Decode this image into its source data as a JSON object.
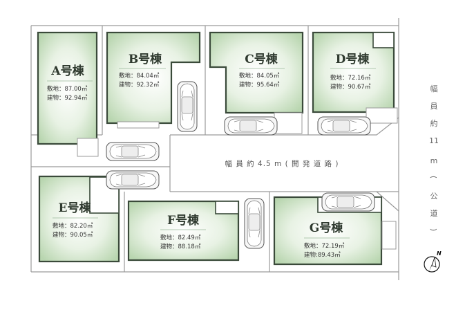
{
  "lots": [
    {
      "id": "A",
      "name": "A号棟",
      "land": "敷地：87.00㎡",
      "building": "建物：92.94㎡"
    },
    {
      "id": "B",
      "name": "B号棟",
      "land": "敷地：84.04㎡",
      "building": "建物：92.32㎡"
    },
    {
      "id": "C",
      "name": "C号棟",
      "land": "敷地：84.05㎡",
      "building": "建物：95.64㎡"
    },
    {
      "id": "D",
      "name": "D号棟",
      "land": "敷地：72.16㎡",
      "building": "建物：90.67㎡"
    },
    {
      "id": "E",
      "name": "E号棟",
      "land": "敷地：82.20㎡",
      "building": "建物：90.05㎡"
    },
    {
      "id": "F",
      "name": "F号棟",
      "land": "敷地：82.49㎡",
      "building": "建物：88.18㎡"
    },
    {
      "id": "G",
      "name": "G号棟",
      "land": "敷地：72.19㎡",
      "building": "建物:89.43㎡"
    }
  ],
  "private_road_label": "幅 員 約 4.5 m ( 開 発 道 路 )",
  "public_road_label": [
    "幅",
    "員",
    "約",
    "11",
    "m",
    "(",
    "公",
    "道",
    ")"
  ],
  "compass_label": "N",
  "colors": {
    "wall": "#3a4a3a",
    "lot_line": "#9a9a9a",
    "fill_center": "#ffffff",
    "fill_edge": "#c8e0c0"
  }
}
